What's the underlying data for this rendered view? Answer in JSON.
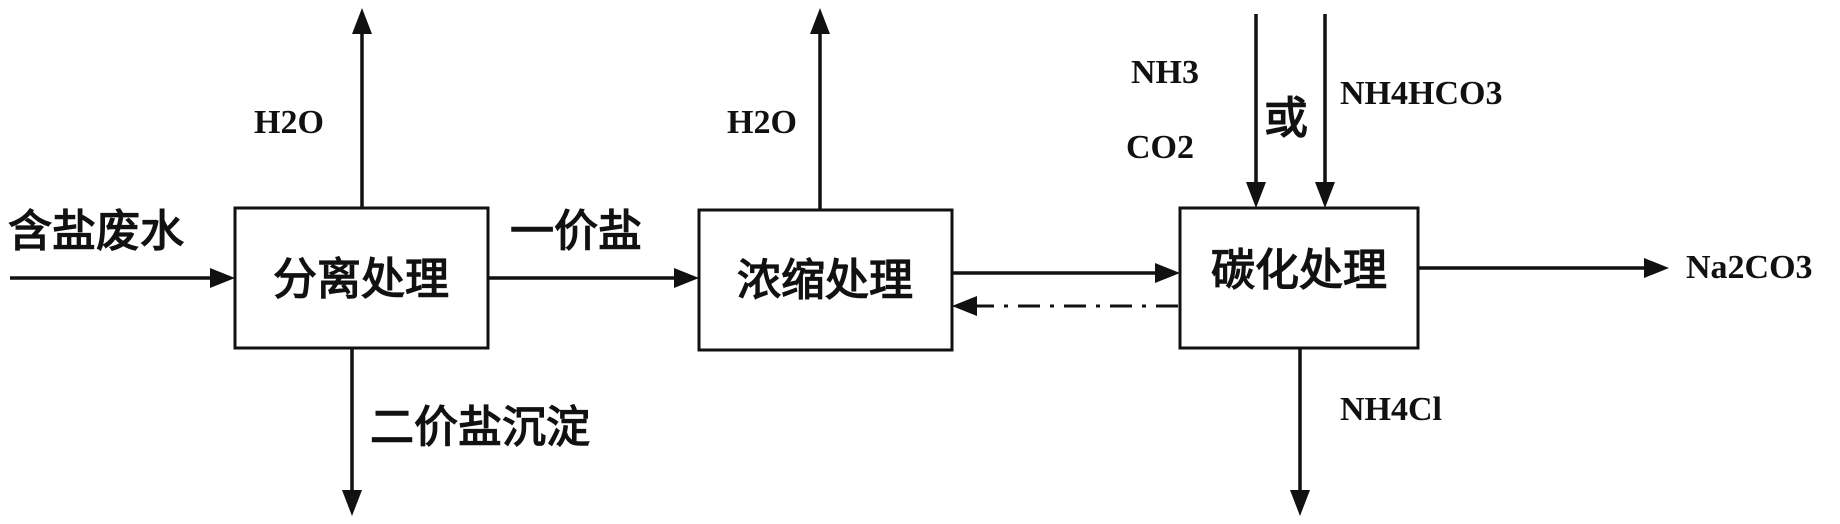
{
  "process": {
    "feed_label": "含盐废水",
    "separation": "分离处理",
    "monovalent_salt": "一价盐",
    "concentration": "浓缩处理",
    "carbonation": "碳化处理",
    "water_out_1": "H2O",
    "water_out_2": "H2O",
    "divalent_precipitate": "二价盐沉淀",
    "nh3": "NH3",
    "co2": "CO2",
    "or": "或",
    "nh4hco3": "NH4HCO3",
    "product": "Na2CO3",
    "byproduct": "NH4Cl"
  }
}
